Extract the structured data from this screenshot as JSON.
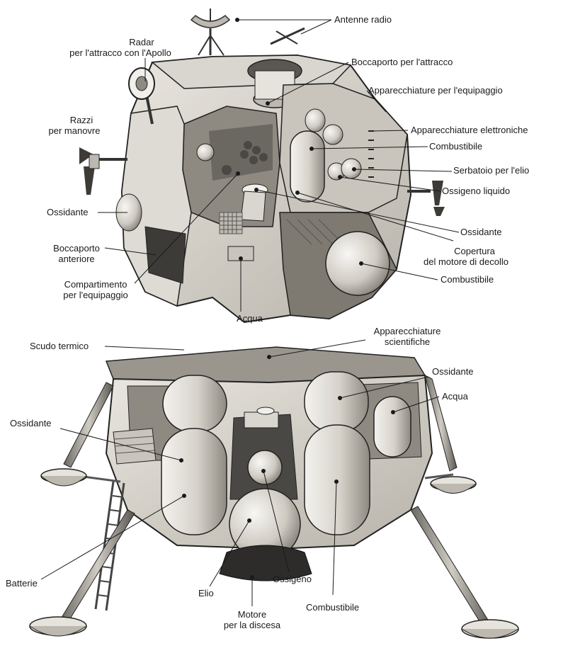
{
  "colors": {
    "background": "#ffffff",
    "ink": "#1a1a1a",
    "body_light": "#e6e3dc",
    "body_mid": "#c9c5bc",
    "body_dark": "#8e8a82",
    "shadow": "#4a4844"
  },
  "ascent_stage": {
    "labels": {
      "antenne_radio": "Antenne radio",
      "radar_1": "Radar",
      "radar_2": "per l'attracco con l'Apollo",
      "boccaporto_attracco": "Boccaporto per l'attracco",
      "app_equipaggio": "Apparecchiature per l'equipaggio",
      "razzi_1": "Razzi",
      "razzi_2": "per manovre",
      "app_elettroniche": "Apparecchiature elettroniche",
      "combustibile_top": "Combustibile",
      "serbatoio_elio": "Serbatoio per l'elio",
      "ossigeno_liquido": "Ossigeno liquido",
      "ossidante_left": "Ossidante",
      "ossidante_right": "Ossidante",
      "boccaporto_ant_1": "Boccaporto",
      "boccaporto_ant_2": "anteriore",
      "copertura_1": "Copertura",
      "copertura_2": "del motore di decollo",
      "compartimento_1": "Compartimento",
      "compartimento_2": "per l'equipaggio",
      "combustibile_bottom": "Combustibile",
      "acqua": "Acqua"
    }
  },
  "descent_stage": {
    "labels": {
      "scudo_termico": "Scudo termico",
      "app_scientifiche_1": "Apparecchiature",
      "app_scientifiche_2": "scientifiche",
      "ossidante_right": "Ossidante",
      "acqua": "Acqua",
      "ossidante_left": "Ossidante",
      "batterie": "Batterie",
      "elio": "Elio",
      "ossigeno": "Ossigeno",
      "combustibile": "Combustibile",
      "motore_1": "Motore",
      "motore_2": "per la discesa"
    }
  }
}
